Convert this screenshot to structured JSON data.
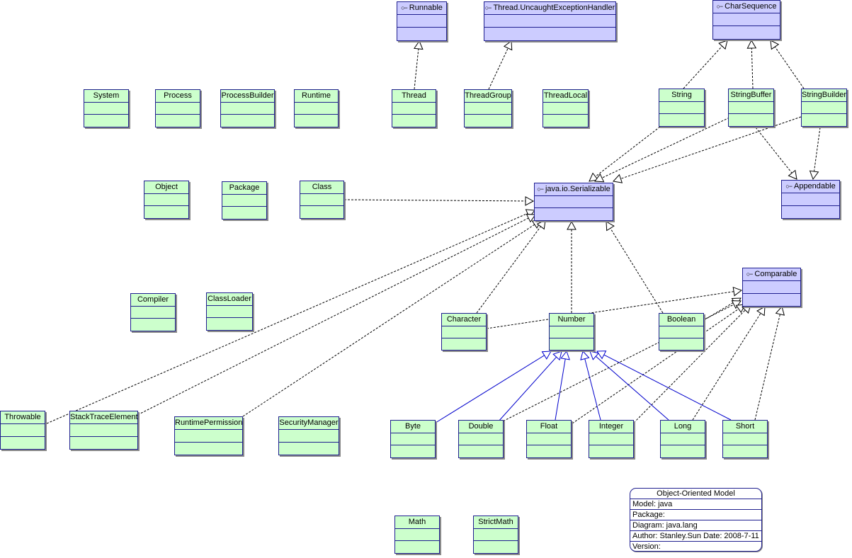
{
  "diagram": {
    "nodes": [
      {
        "id": "runnable",
        "label": "Runnable",
        "kind": "interface"
      },
      {
        "id": "uncaught",
        "label": "Thread.UncaughtExceptionHandler",
        "kind": "interface"
      },
      {
        "id": "charseq",
        "label": "CharSequence",
        "kind": "interface"
      },
      {
        "id": "system",
        "label": "System",
        "kind": "class"
      },
      {
        "id": "process",
        "label": "Process",
        "kind": "class"
      },
      {
        "id": "processbuilder",
        "label": "ProcessBuilder",
        "kind": "class"
      },
      {
        "id": "runtime",
        "label": "Runtime",
        "kind": "class"
      },
      {
        "id": "thread",
        "label": "Thread",
        "kind": "class"
      },
      {
        "id": "threadgroup",
        "label": "ThreadGroup",
        "kind": "class"
      },
      {
        "id": "threadlocal",
        "label": "ThreadLocal",
        "kind": "class"
      },
      {
        "id": "string",
        "label": "String",
        "kind": "class"
      },
      {
        "id": "stringbuffer",
        "label": "StringBuffer",
        "kind": "class"
      },
      {
        "id": "stringbuilder",
        "label": "StringBuilder",
        "kind": "class"
      },
      {
        "id": "object",
        "label": "Object",
        "kind": "class"
      },
      {
        "id": "package",
        "label": "Package",
        "kind": "class"
      },
      {
        "id": "class",
        "label": "Class",
        "kind": "class"
      },
      {
        "id": "serializable",
        "label": "java.io.Serializable",
        "kind": "interface"
      },
      {
        "id": "appendable",
        "label": "Appendable",
        "kind": "interface"
      },
      {
        "id": "comparable",
        "label": "Comparable",
        "kind": "interface"
      },
      {
        "id": "compiler",
        "label": "Compiler",
        "kind": "class"
      },
      {
        "id": "classloader",
        "label": "ClassLoader",
        "kind": "class"
      },
      {
        "id": "character",
        "label": "Character",
        "kind": "class"
      },
      {
        "id": "number",
        "label": "Number",
        "kind": "class"
      },
      {
        "id": "boolean",
        "label": "Boolean",
        "kind": "class"
      },
      {
        "id": "throwable",
        "label": "Throwable",
        "kind": "class"
      },
      {
        "id": "stacktrace",
        "label": "StackTraceElement",
        "kind": "class"
      },
      {
        "id": "runtimeperm",
        "label": "RuntimePermission",
        "kind": "class"
      },
      {
        "id": "securitymgr",
        "label": "SecurityManager",
        "kind": "class"
      },
      {
        "id": "byte",
        "label": "Byte",
        "kind": "class"
      },
      {
        "id": "double",
        "label": "Double",
        "kind": "class"
      },
      {
        "id": "float",
        "label": "Float",
        "kind": "class"
      },
      {
        "id": "integer",
        "label": "Integer",
        "kind": "class"
      },
      {
        "id": "long",
        "label": "Long",
        "kind": "class"
      },
      {
        "id": "short",
        "label": "Short",
        "kind": "class"
      },
      {
        "id": "math",
        "label": "Math",
        "kind": "class"
      },
      {
        "id": "strictmath",
        "label": "StrictMath",
        "kind": "class"
      }
    ],
    "edges": [
      {
        "from": "thread",
        "to": "runnable",
        "type": "realization"
      },
      {
        "from": "threadgroup",
        "to": "uncaught",
        "type": "realization"
      },
      {
        "from": "string",
        "to": "charseq",
        "type": "realization"
      },
      {
        "from": "stringbuffer",
        "to": "charseq",
        "type": "realization"
      },
      {
        "from": "stringbuilder",
        "to": "charseq",
        "type": "realization"
      },
      {
        "from": "string",
        "to": "serializable",
        "type": "realization"
      },
      {
        "from": "stringbuffer",
        "to": "serializable",
        "type": "realization"
      },
      {
        "from": "stringbuilder",
        "to": "serializable",
        "type": "realization"
      },
      {
        "from": "stringbuffer",
        "to": "appendable",
        "type": "realization"
      },
      {
        "from": "stringbuilder",
        "to": "appendable",
        "type": "realization"
      },
      {
        "from": "class",
        "to": "serializable",
        "type": "realization"
      },
      {
        "from": "throwable",
        "to": "serializable",
        "type": "realization"
      },
      {
        "from": "stacktrace",
        "to": "serializable",
        "type": "realization"
      },
      {
        "from": "runtimeperm",
        "to": "serializable",
        "type": "realization"
      },
      {
        "from": "character",
        "to": "serializable",
        "type": "realization"
      },
      {
        "from": "number",
        "to": "serializable",
        "type": "realization"
      },
      {
        "from": "boolean",
        "to": "serializable",
        "type": "realization"
      },
      {
        "from": "character",
        "to": "comparable",
        "type": "realization"
      },
      {
        "from": "boolean",
        "to": "comparable",
        "type": "realization"
      },
      {
        "from": "double",
        "to": "comparable",
        "type": "realization"
      },
      {
        "from": "float",
        "to": "comparable",
        "type": "realization"
      },
      {
        "from": "integer",
        "to": "comparable",
        "type": "realization"
      },
      {
        "from": "long",
        "to": "comparable",
        "type": "realization"
      },
      {
        "from": "short",
        "to": "comparable",
        "type": "realization"
      },
      {
        "from": "byte",
        "to": "number",
        "type": "generalization"
      },
      {
        "from": "double",
        "to": "number",
        "type": "generalization"
      },
      {
        "from": "float",
        "to": "number",
        "type": "generalization"
      },
      {
        "from": "integer",
        "to": "number",
        "type": "generalization"
      },
      {
        "from": "long",
        "to": "number",
        "type": "generalization"
      },
      {
        "from": "short",
        "to": "number",
        "type": "generalization"
      }
    ]
  },
  "info": {
    "title": "Object-Oriented Model",
    "rows": [
      "Model: java",
      "Package:",
      "Diagram: java.lang",
      "Author: Stanley.Sun   Date: 2008-7-11",
      "Version:"
    ]
  },
  "colors": {
    "class_fill": "#ccffcc",
    "interface_fill": "#ccccff",
    "border": "#1f1f8f",
    "generalization_line": "#0000cc",
    "realization_line": "#000000"
  },
  "icons": {
    "interface": "lollipop-icon"
  }
}
